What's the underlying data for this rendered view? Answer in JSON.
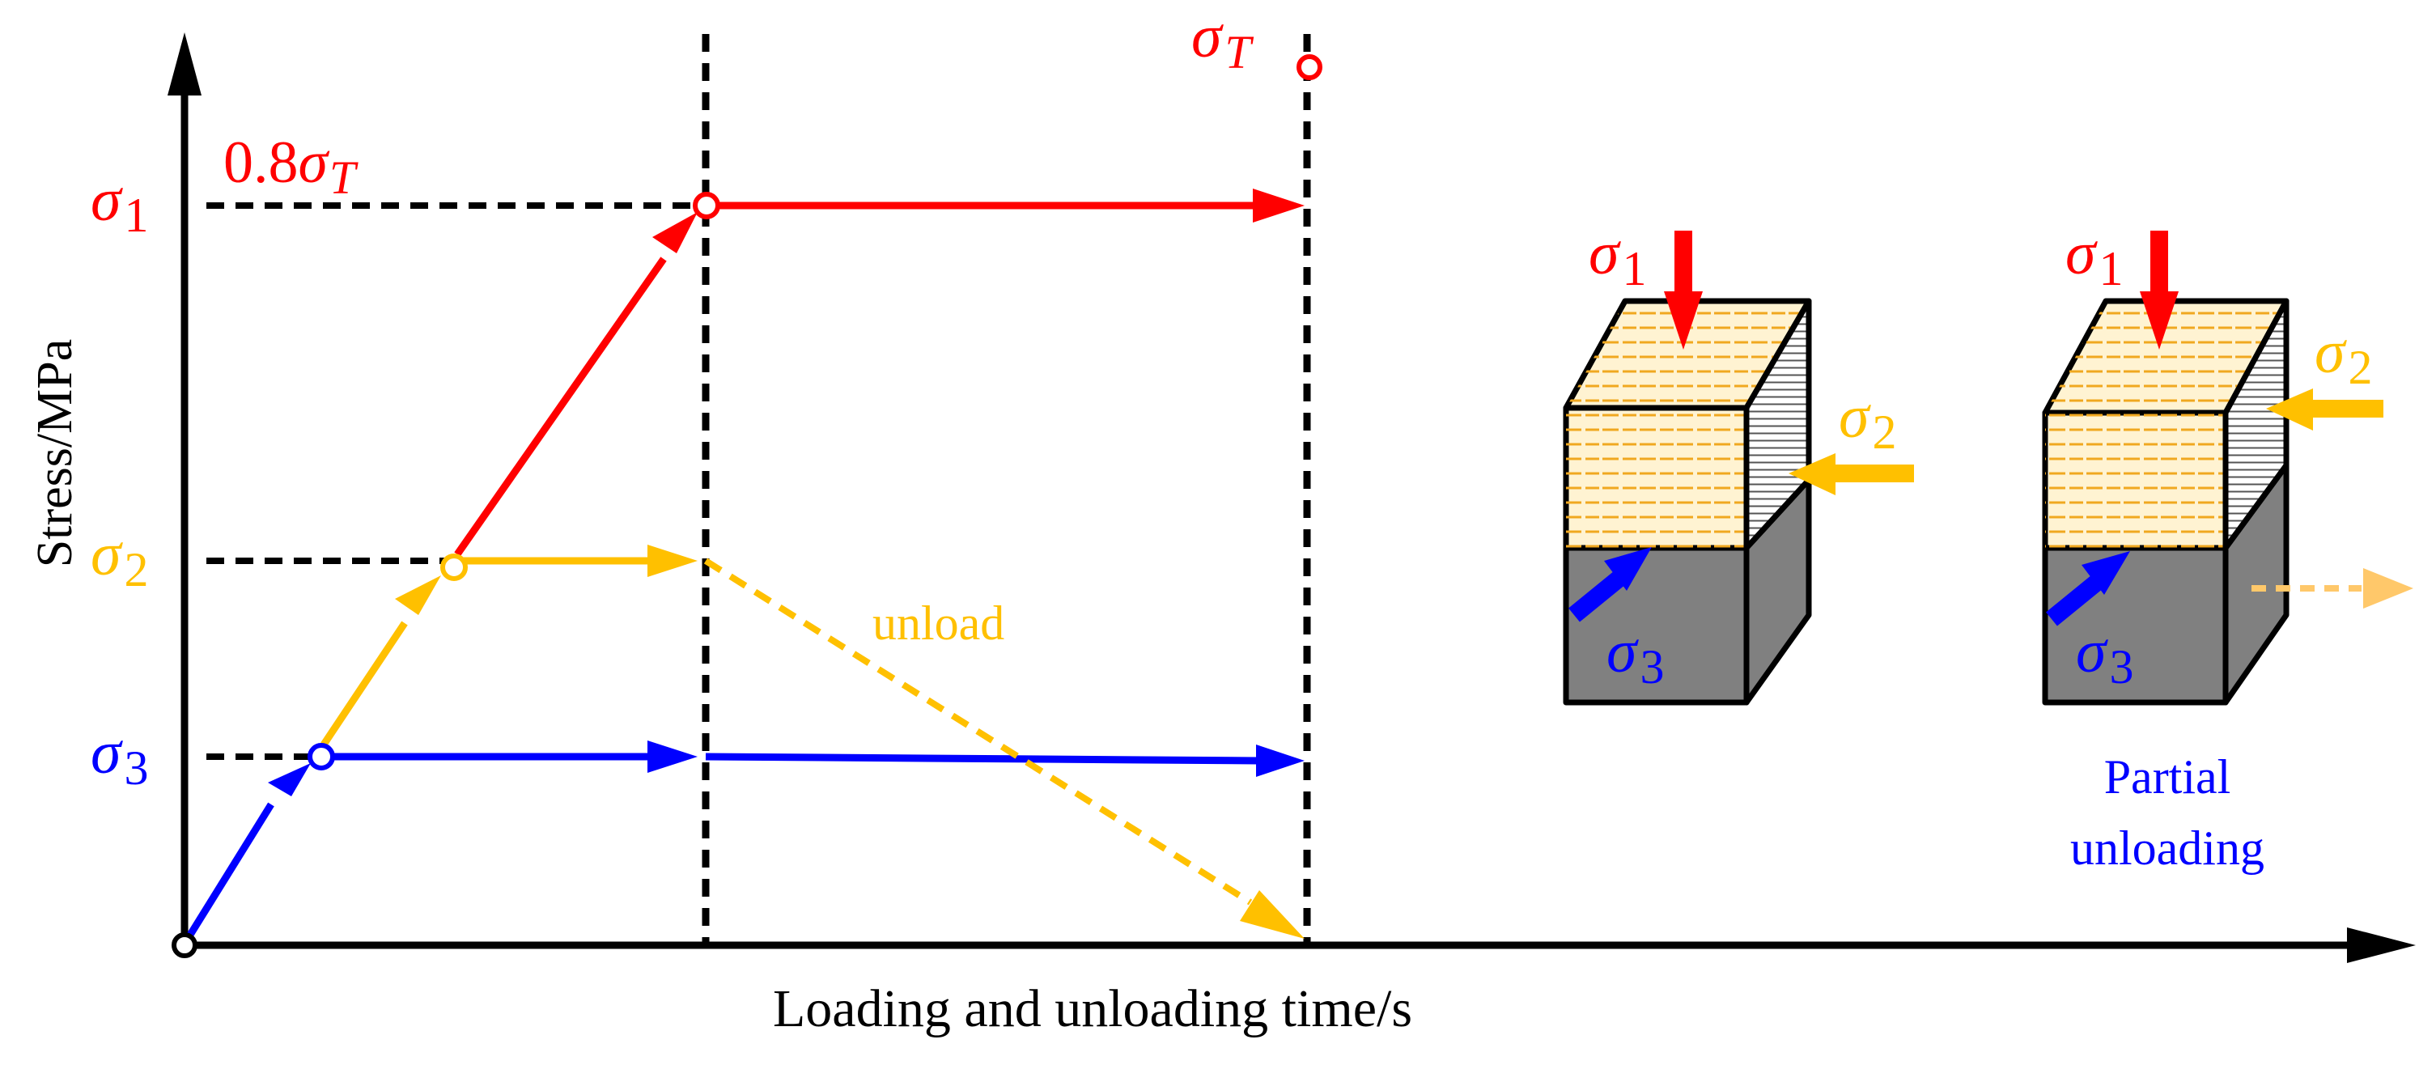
{
  "axes": {
    "x_label": "Loading and unloading time/s",
    "y_label": "Stress/MPa"
  },
  "stress_labels": {
    "sigma1": {
      "sym": "σ",
      "sub": "1"
    },
    "sigma2": {
      "sym": "σ",
      "sub": "2"
    },
    "sigma3": {
      "sym": "σ",
      "sub": "3"
    },
    "sigmaT": {
      "sym": "σ",
      "sub": "T"
    },
    "point8_prefix": "0.8",
    "point8_sym": "σ",
    "point8_sub": "T"
  },
  "annotations": {
    "unload": "unload",
    "partial_line1": "Partial",
    "partial_line2": "unloading"
  },
  "colors": {
    "sigma1": "#ff0000",
    "sigma2": "#ffc000",
    "sigma3": "#0000ff",
    "axis": "#000000",
    "specimen_top": "#fff1c9",
    "specimen_bottom": "#808080",
    "hatch": "#f0b030"
  }
}
